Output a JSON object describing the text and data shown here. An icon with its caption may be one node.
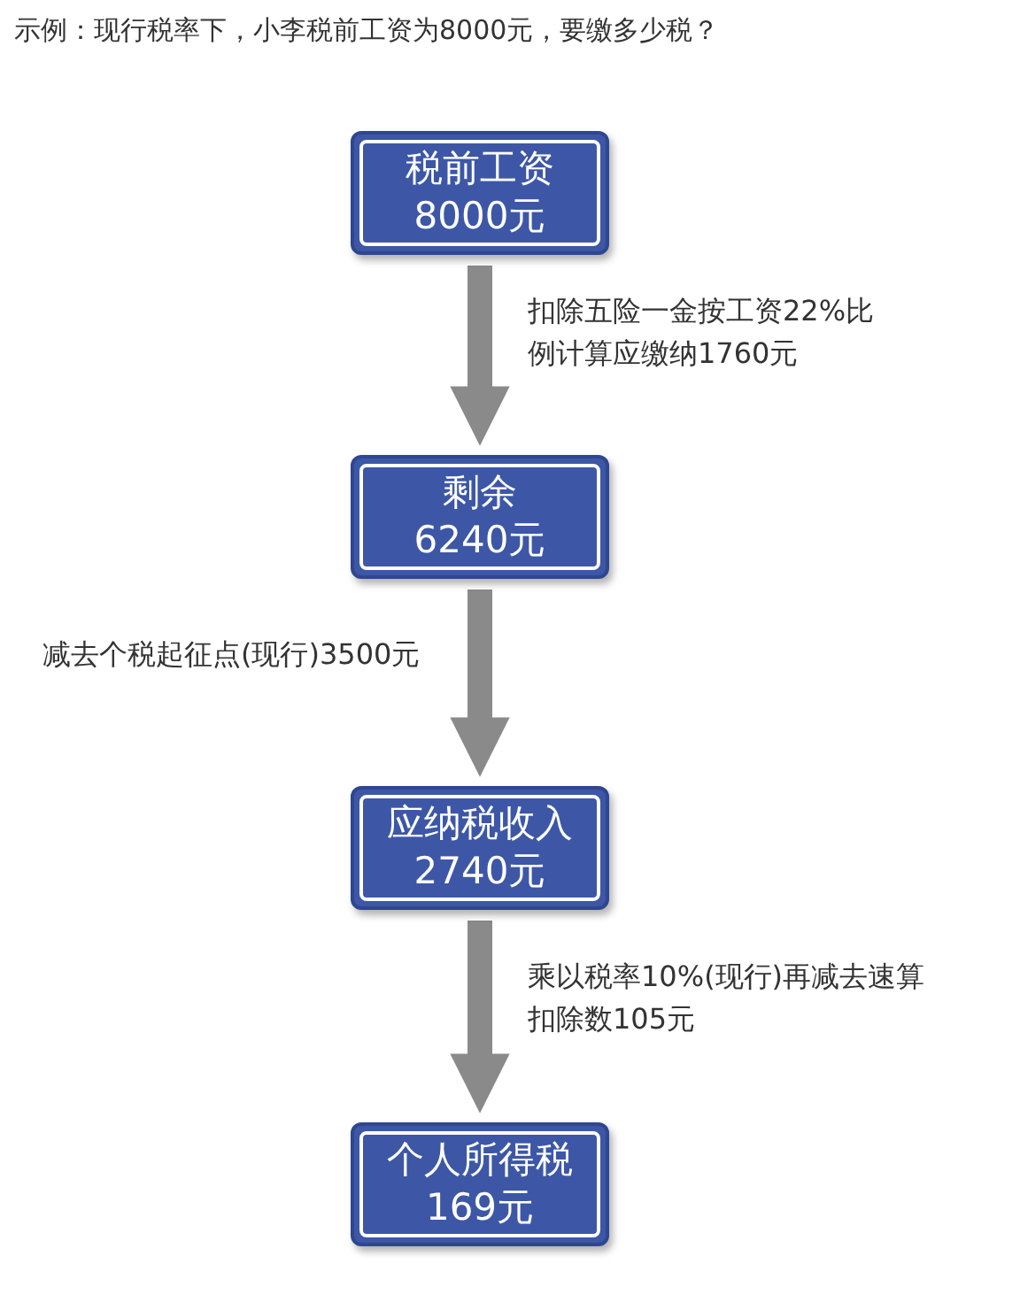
{
  "diagram": {
    "title": "示例：现行税率下，小李税前工资为8000元，要缴多少税？",
    "nodes": [
      {
        "text": [
          "税前工资",
          "8000元"
        ]
      },
      {
        "text": [
          "剩余",
          "6240元"
        ]
      },
      {
        "text": [
          "应纳税收入",
          "2740元"
        ]
      },
      {
        "text": [
          "个人所得税",
          "169元"
        ]
      }
    ],
    "edges": [
      {
        "from": 0,
        "to": 1,
        "arrow": "to",
        "label": "扣除五险一金按工资22%比例计算应缴纳1760元"
      },
      {
        "from": 1,
        "to": 2,
        "arrow": "to",
        "label": "减去个税起征点(现行)3500元"
      },
      {
        "from": 2,
        "to": 3,
        "arrow": "to",
        "label": "乘以税率10%(现行)再减去速算扣除数105元"
      }
    ]
  }
}
